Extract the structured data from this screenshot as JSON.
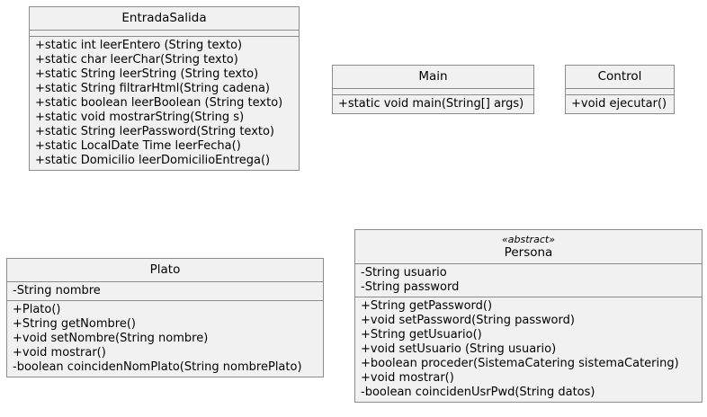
{
  "classes": {
    "entradasalida": {
      "name": "EntradaSalida",
      "attributes": [],
      "methods": [
        "+static int leerEntero (String texto)",
        "+static char leerChar(String texto)",
        "+static String leerString (String texto)",
        "+static String filtrarHtml(String cadena)",
        "+static boolean leerBoolean (String texto)",
        "+static void mostrarString(String s)",
        "+static String leerPassword(String texto)",
        "+static LocalDate Time leerFecha()",
        "+static Domicilio leerDomicilioEntrega()"
      ]
    },
    "main": {
      "name": "Main",
      "attributes": [],
      "methods": [
        "+static void main(String[] args)"
      ]
    },
    "control": {
      "name": "Control",
      "attributes": [],
      "methods": [
        "+void ejecutar()"
      ]
    },
    "plato": {
      "name": "Plato",
      "attributes": [
        "-String nombre"
      ],
      "methods": [
        "+Plato()",
        "+String getNombre()",
        "+void setNombre(String nombre)",
        "+void mostrar()",
        "-boolean coincidenNomPlato(String nombrePlato)"
      ]
    },
    "persona": {
      "stereotype": "«abstract»",
      "name": "Persona",
      "attributes": [
        "-String usuario",
        "-String password"
      ],
      "methods": [
        "+String getPassword()",
        "+void setPassword(String password)",
        "+String getUsuario()",
        "+void setUsuario (String usuario)",
        "+boolean proceder(SistemaCatering sistemaCatering)",
        "+void mostrar()",
        "-boolean coincidenUsrPwd(String datos)"
      ]
    }
  }
}
